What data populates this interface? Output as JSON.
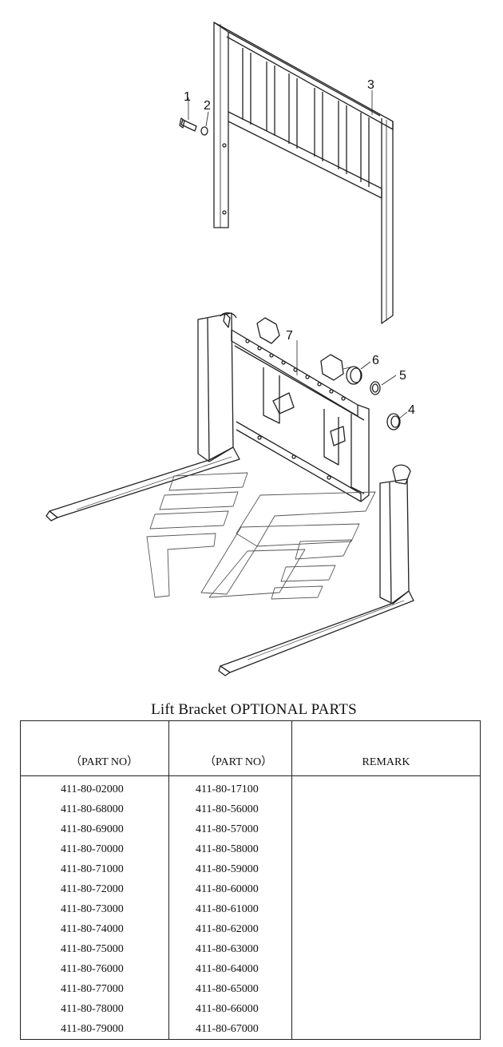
{
  "drawing": {
    "callouts": [
      "1",
      "2",
      "3",
      "4",
      "5",
      "6",
      "7"
    ]
  },
  "table": {
    "title": "Lift Bracket OPTIONAL PARTS",
    "headers": [
      "（PART NO）",
      "（PART NO）",
      "REMARK"
    ],
    "rows": [
      [
        "411-80-02000",
        "411-80-17100",
        ""
      ],
      [
        "411-80-68000",
        "411-80-56000",
        ""
      ],
      [
        "411-80-69000",
        "411-80-57000",
        ""
      ],
      [
        "411-80-70000",
        "411-80-58000",
        ""
      ],
      [
        "411-80-71000",
        "411-80-59000",
        ""
      ],
      [
        "411-80-72000",
        "411-80-60000",
        ""
      ],
      [
        "411-80-73000",
        "411-80-61000",
        ""
      ],
      [
        "411-80-74000",
        "411-80-62000",
        ""
      ],
      [
        "411-80-75000",
        "411-80-63000",
        ""
      ],
      [
        "411-80-76000",
        "411-80-64000",
        ""
      ],
      [
        "411-80-77000",
        "411-80-65000",
        ""
      ],
      [
        "411-80-78000",
        "411-80-66000",
        ""
      ],
      [
        "411-80-79000",
        "411-80-67000",
        ""
      ]
    ]
  }
}
